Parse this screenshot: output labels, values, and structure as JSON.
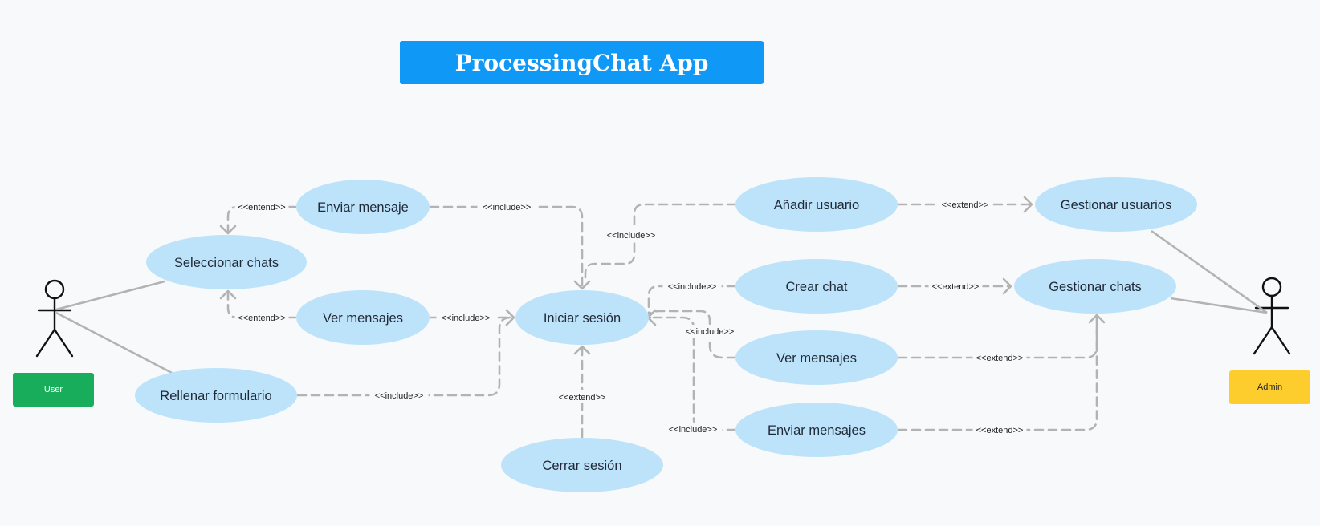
{
  "title": "ProcessingChat App",
  "colors": {
    "background": "#f8f9fa",
    "title_bg": "#1098f7",
    "usecase_fill": "#bde3fb",
    "connector": "#b3b3b3",
    "user_badge": "#17ad5a",
    "admin_badge": "#fdcd2d"
  },
  "actors": [
    {
      "id": "user",
      "label": "User"
    },
    {
      "id": "admin",
      "label": "Admin"
    }
  ],
  "usecases": [
    {
      "id": "enviar_mensaje",
      "label": "Enviar mensaje"
    },
    {
      "id": "seleccionar_chats",
      "label": "Seleccionar chats"
    },
    {
      "id": "ver_mensajes_user",
      "label": "Ver mensajes"
    },
    {
      "id": "rellenar_formulario",
      "label": "Rellenar formulario"
    },
    {
      "id": "iniciar_sesion",
      "label": "Iniciar sesión"
    },
    {
      "id": "cerrar_sesion",
      "label": "Cerrar sesión"
    },
    {
      "id": "anadir_usuario",
      "label": "Añadir usuario"
    },
    {
      "id": "crear_chat",
      "label": "Crear chat"
    },
    {
      "id": "ver_mensajes_admin",
      "label": "Ver mensajes"
    },
    {
      "id": "enviar_mensajes",
      "label": "Enviar mensajes"
    },
    {
      "id": "gestionar_usuarios",
      "label": "Gestionar usuarios"
    },
    {
      "id": "gestionar_chats",
      "label": "Gestionar chats"
    }
  ],
  "relations": [
    {
      "from": "enviar_mensaje",
      "to": "seleccionar_chats",
      "label": "<<entend>>"
    },
    {
      "from": "ver_mensajes_user",
      "to": "seleccionar_chats",
      "label": "<<entend>>"
    },
    {
      "from": "enviar_mensaje",
      "to": "iniciar_sesion",
      "label": "<<include>>"
    },
    {
      "from": "ver_mensajes_user",
      "to": "iniciar_sesion",
      "label": "<<include>>"
    },
    {
      "from": "rellenar_formulario",
      "to": "iniciar_sesion",
      "label": "<<include>>"
    },
    {
      "from": "cerrar_sesion",
      "to": "iniciar_sesion",
      "label": "<<extend>>"
    },
    {
      "from": "anadir_usuario",
      "to": "iniciar_sesion",
      "label": "<<include>>"
    },
    {
      "from": "crear_chat",
      "to": "iniciar_sesion",
      "label": "<<include>>"
    },
    {
      "from": "ver_mensajes_admin",
      "to": "iniciar_sesion",
      "label": "<<include>>"
    },
    {
      "from": "enviar_mensajes",
      "to": "iniciar_sesion",
      "label": "<<include>>"
    },
    {
      "from": "anadir_usuario",
      "to": "gestionar_usuarios",
      "label": "<<extend>>"
    },
    {
      "from": "crear_chat",
      "to": "gestionar_chats",
      "label": "<<extend>>"
    },
    {
      "from": "ver_mensajes_admin",
      "to": "gestionar_chats",
      "label": "<<extend>>"
    },
    {
      "from": "enviar_mensajes",
      "to": "gestionar_chats",
      "label": "<<extend>>"
    }
  ],
  "associations": [
    {
      "actor": "user",
      "usecase": "seleccionar_chats"
    },
    {
      "actor": "user",
      "usecase": "rellenar_formulario"
    },
    {
      "actor": "admin",
      "usecase": "gestionar_usuarios"
    },
    {
      "actor": "admin",
      "usecase": "gestionar_chats"
    }
  ]
}
